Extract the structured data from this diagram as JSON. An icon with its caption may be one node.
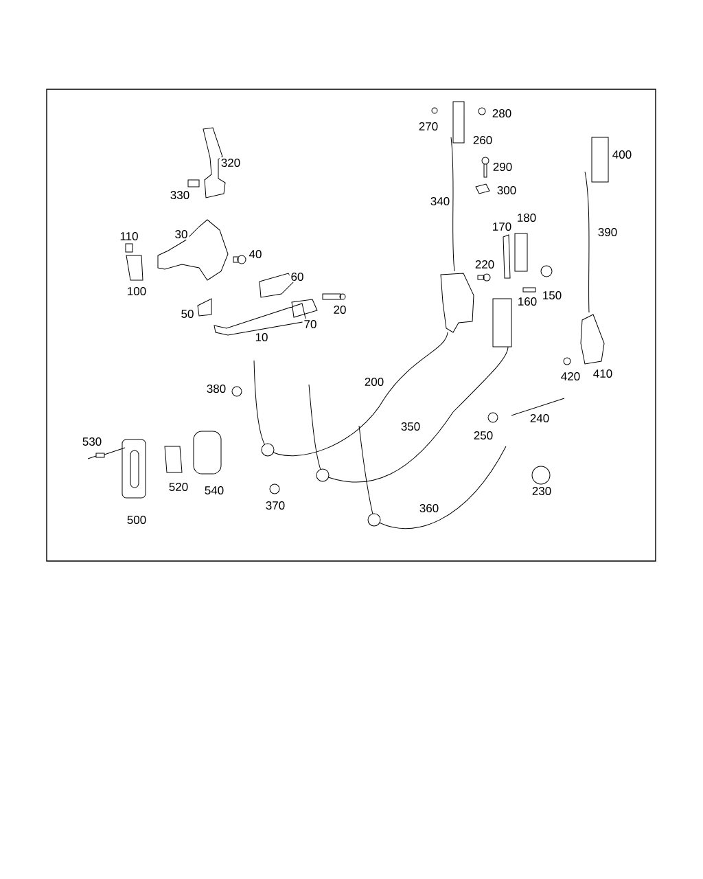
{
  "diagram": {
    "labels": [
      "280",
      "270",
      "260",
      "400",
      "320",
      "290",
      "300",
      "330",
      "340",
      "180",
      "170",
      "390",
      "30",
      "110",
      "40",
      "220",
      "60",
      "100",
      "150",
      "160",
      "20",
      "50",
      "70",
      "10",
      "410",
      "420",
      "200",
      "380",
      "240",
      "350",
      "250",
      "530",
      "520",
      "540",
      "230",
      "370",
      "360",
      "500"
    ]
  }
}
